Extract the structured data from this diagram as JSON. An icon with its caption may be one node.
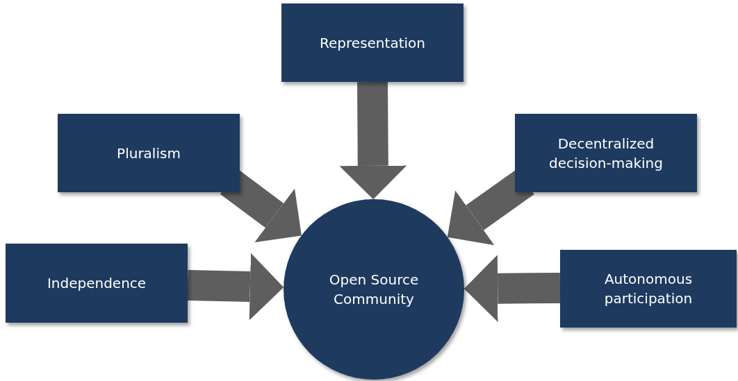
{
  "diagram": {
    "nodes": [
      {
        "text": [
          "Representation"
        ]
      },
      {
        "text": [
          "Pluralism"
        ]
      },
      {
        "text": [
          "Decentralized decision-making"
        ]
      },
      {
        "text": [
          "Independence"
        ]
      },
      {
        "text": [
          "Open Source Community"
        ]
      },
      {
        "text": [
          "Autonomous participation"
        ]
      }
    ],
    "edges": [
      {
        "from": 0,
        "to": 4,
        "arrow": "to"
      },
      {
        "from": 1,
        "to": 4,
        "arrow": "to"
      },
      {
        "from": 2,
        "to": 4,
        "arrow": "to"
      },
      {
        "from": 3,
        "to": 4,
        "arrow": "to"
      },
      {
        "from": 5,
        "to": 4,
        "arrow": "to"
      }
    ]
  }
}
